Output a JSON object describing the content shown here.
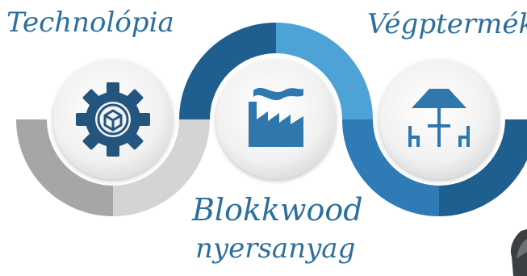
{
  "labels": {
    "technology": "Technolópia",
    "end_product": "Végptermék",
    "block_line1": "Blokkwood",
    "block_line2": "nyersanyag"
  },
  "steps": [
    {
      "icon": "gear-cube-icon",
      "color": "#23557e"
    },
    {
      "icon": "factory-icon",
      "color": "#2f77ad"
    },
    {
      "icon": "patio-table-icon",
      "color": "#2f77ad"
    }
  ],
  "colors": {
    "grey_dark": "#a6a6a6",
    "grey_light": "#d4d4d4",
    "blue_dark": "#1f5f8f",
    "blue_mid": "#2e7bb6",
    "blue_light": "#4da3d6",
    "text": "#2b6f9c"
  }
}
